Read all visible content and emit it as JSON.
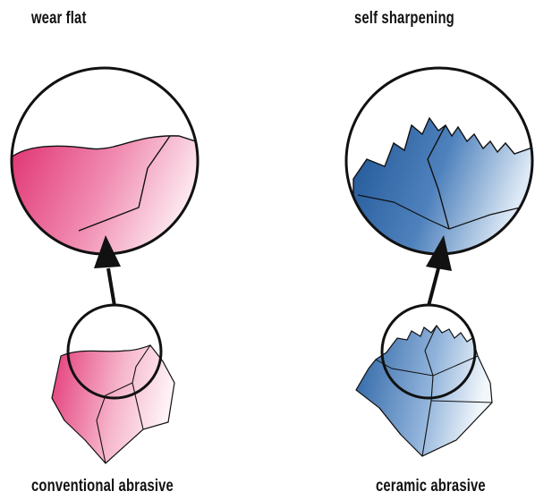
{
  "labels": {
    "top_left": "wear flat",
    "top_right": "self sharpening",
    "bottom_left": "conventional abrasive",
    "bottom_right": "ceramic abrasive"
  },
  "colors": {
    "conventional": "#e0306f",
    "conventional_light": "#fbe3ec",
    "ceramic": "#2a5f9c",
    "ceramic_light": "#e8f0f8",
    "outline": "#111111"
  }
}
